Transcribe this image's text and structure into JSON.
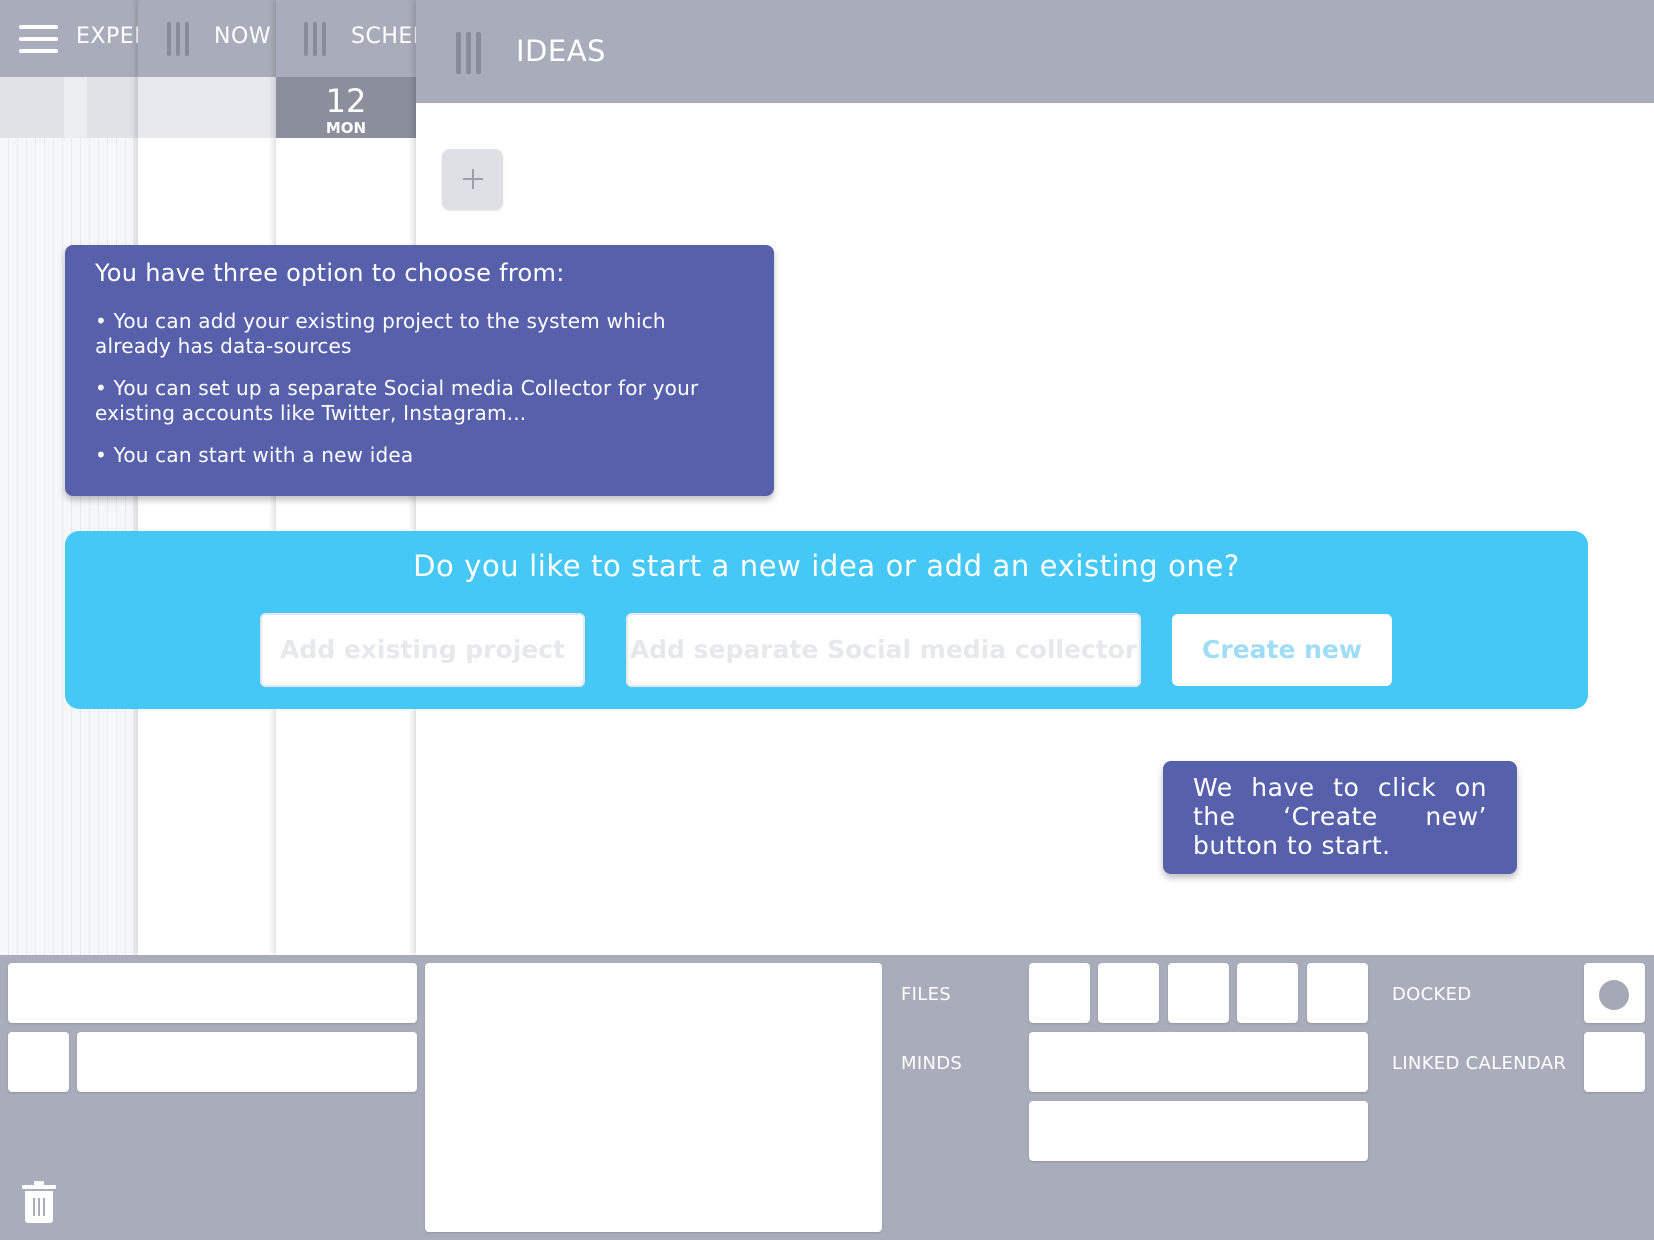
{
  "columns": {
    "exper": {
      "title": "EXPERIMENTS"
    },
    "now": {
      "title": "NOW"
    },
    "schedule": {
      "title": "SCHEDULE",
      "date_number": "12",
      "date_day": "MON"
    },
    "ideas": {
      "title": "IDEAS"
    }
  },
  "add_tile": {
    "icon": "plus-icon"
  },
  "info_box": {
    "title": "You have three option to choose from:",
    "items": [
      "•  You can add your existing project to the system which already has data-sources",
      "•  You can set up a separate Social media Collector for your existing accounts like Twitter, Instagram...",
      "•  You can start with a new idea"
    ]
  },
  "question_panel": {
    "question": "Do you like to start a new  idea or  add an  existing one?",
    "buttons": {
      "add_existing": "Add existing project",
      "add_social": "Add separate Social media collector",
      "create_new": "Create new"
    }
  },
  "hint": {
    "text": "We have to click on the ‘Create new’ button to start."
  },
  "bottom_panel": {
    "files_label": "FILES",
    "minds_label": "MINDS",
    "docked_label": "DOCKED",
    "linked_calendar_label": "LINKED CALENDAR"
  },
  "colors": {
    "header": "#a9adbb",
    "tooltip": "#5760ab",
    "question_panel": "#45c8f5",
    "date_box": "#8b8f9d"
  }
}
